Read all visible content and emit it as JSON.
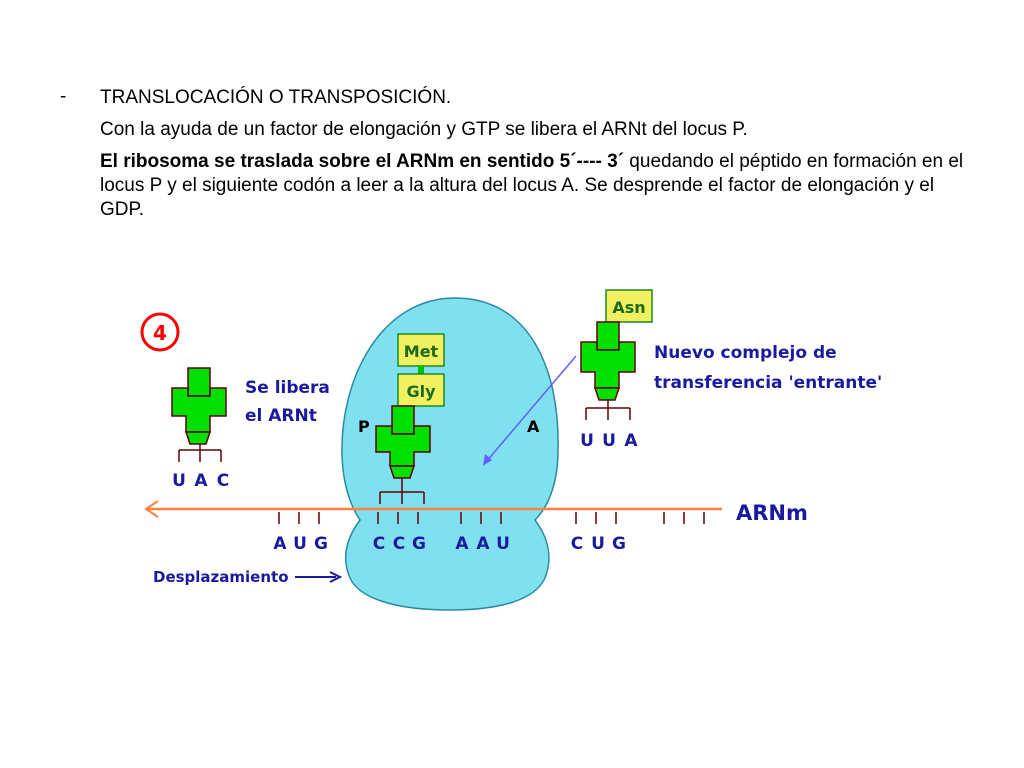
{
  "text": {
    "bullet": "-",
    "heading": "TRANSLOCACIÓN O  TRANSPOSICIÓN.",
    "line1": "Con la ayuda de un factor de elongación y GTP se libera el ARNt del locus P.",
    "line2_bold": "El ribosoma  se traslada sobre el ARNm en sentido 5´---- 3´",
    "line2_rest": " quedando el péptido en formación en el locus  P y el siguiente codón a leer a la altura del locus A. Se desprende el factor de elongación y el GDP."
  },
  "diagram": {
    "step_number": "4",
    "released_label_1": "Se libera",
    "released_label_2": "el ARNt",
    "released_anticodon": [
      "U",
      "A",
      "C"
    ],
    "site_p": "P",
    "site_a": "A",
    "met_label": "Met",
    "gly_label": "Gly",
    "asn_label": "Asn",
    "incoming_label_1": "Nuevo complejo de",
    "incoming_label_2": "transferencia 'entrante'",
    "incoming_anticodon": [
      "U",
      "U",
      "A"
    ],
    "mrna_label": "ARNm",
    "codons": [
      [
        "A",
        "U",
        "G"
      ],
      [
        "C",
        "C",
        "G"
      ],
      [
        "A",
        "A",
        "U"
      ],
      [
        "C",
        "U",
        "G"
      ]
    ],
    "movement_label": "Desplazamiento",
    "colors": {
      "ribosome": "#7fe0f0",
      "trna": "#00e000",
      "trna_outline": "#600000",
      "amino_box": "#f0f060",
      "mrna": "#ff8040",
      "step_circle": "#ff0000",
      "text_blue": "#1a1aa0",
      "arrow": "#6060ff"
    }
  }
}
